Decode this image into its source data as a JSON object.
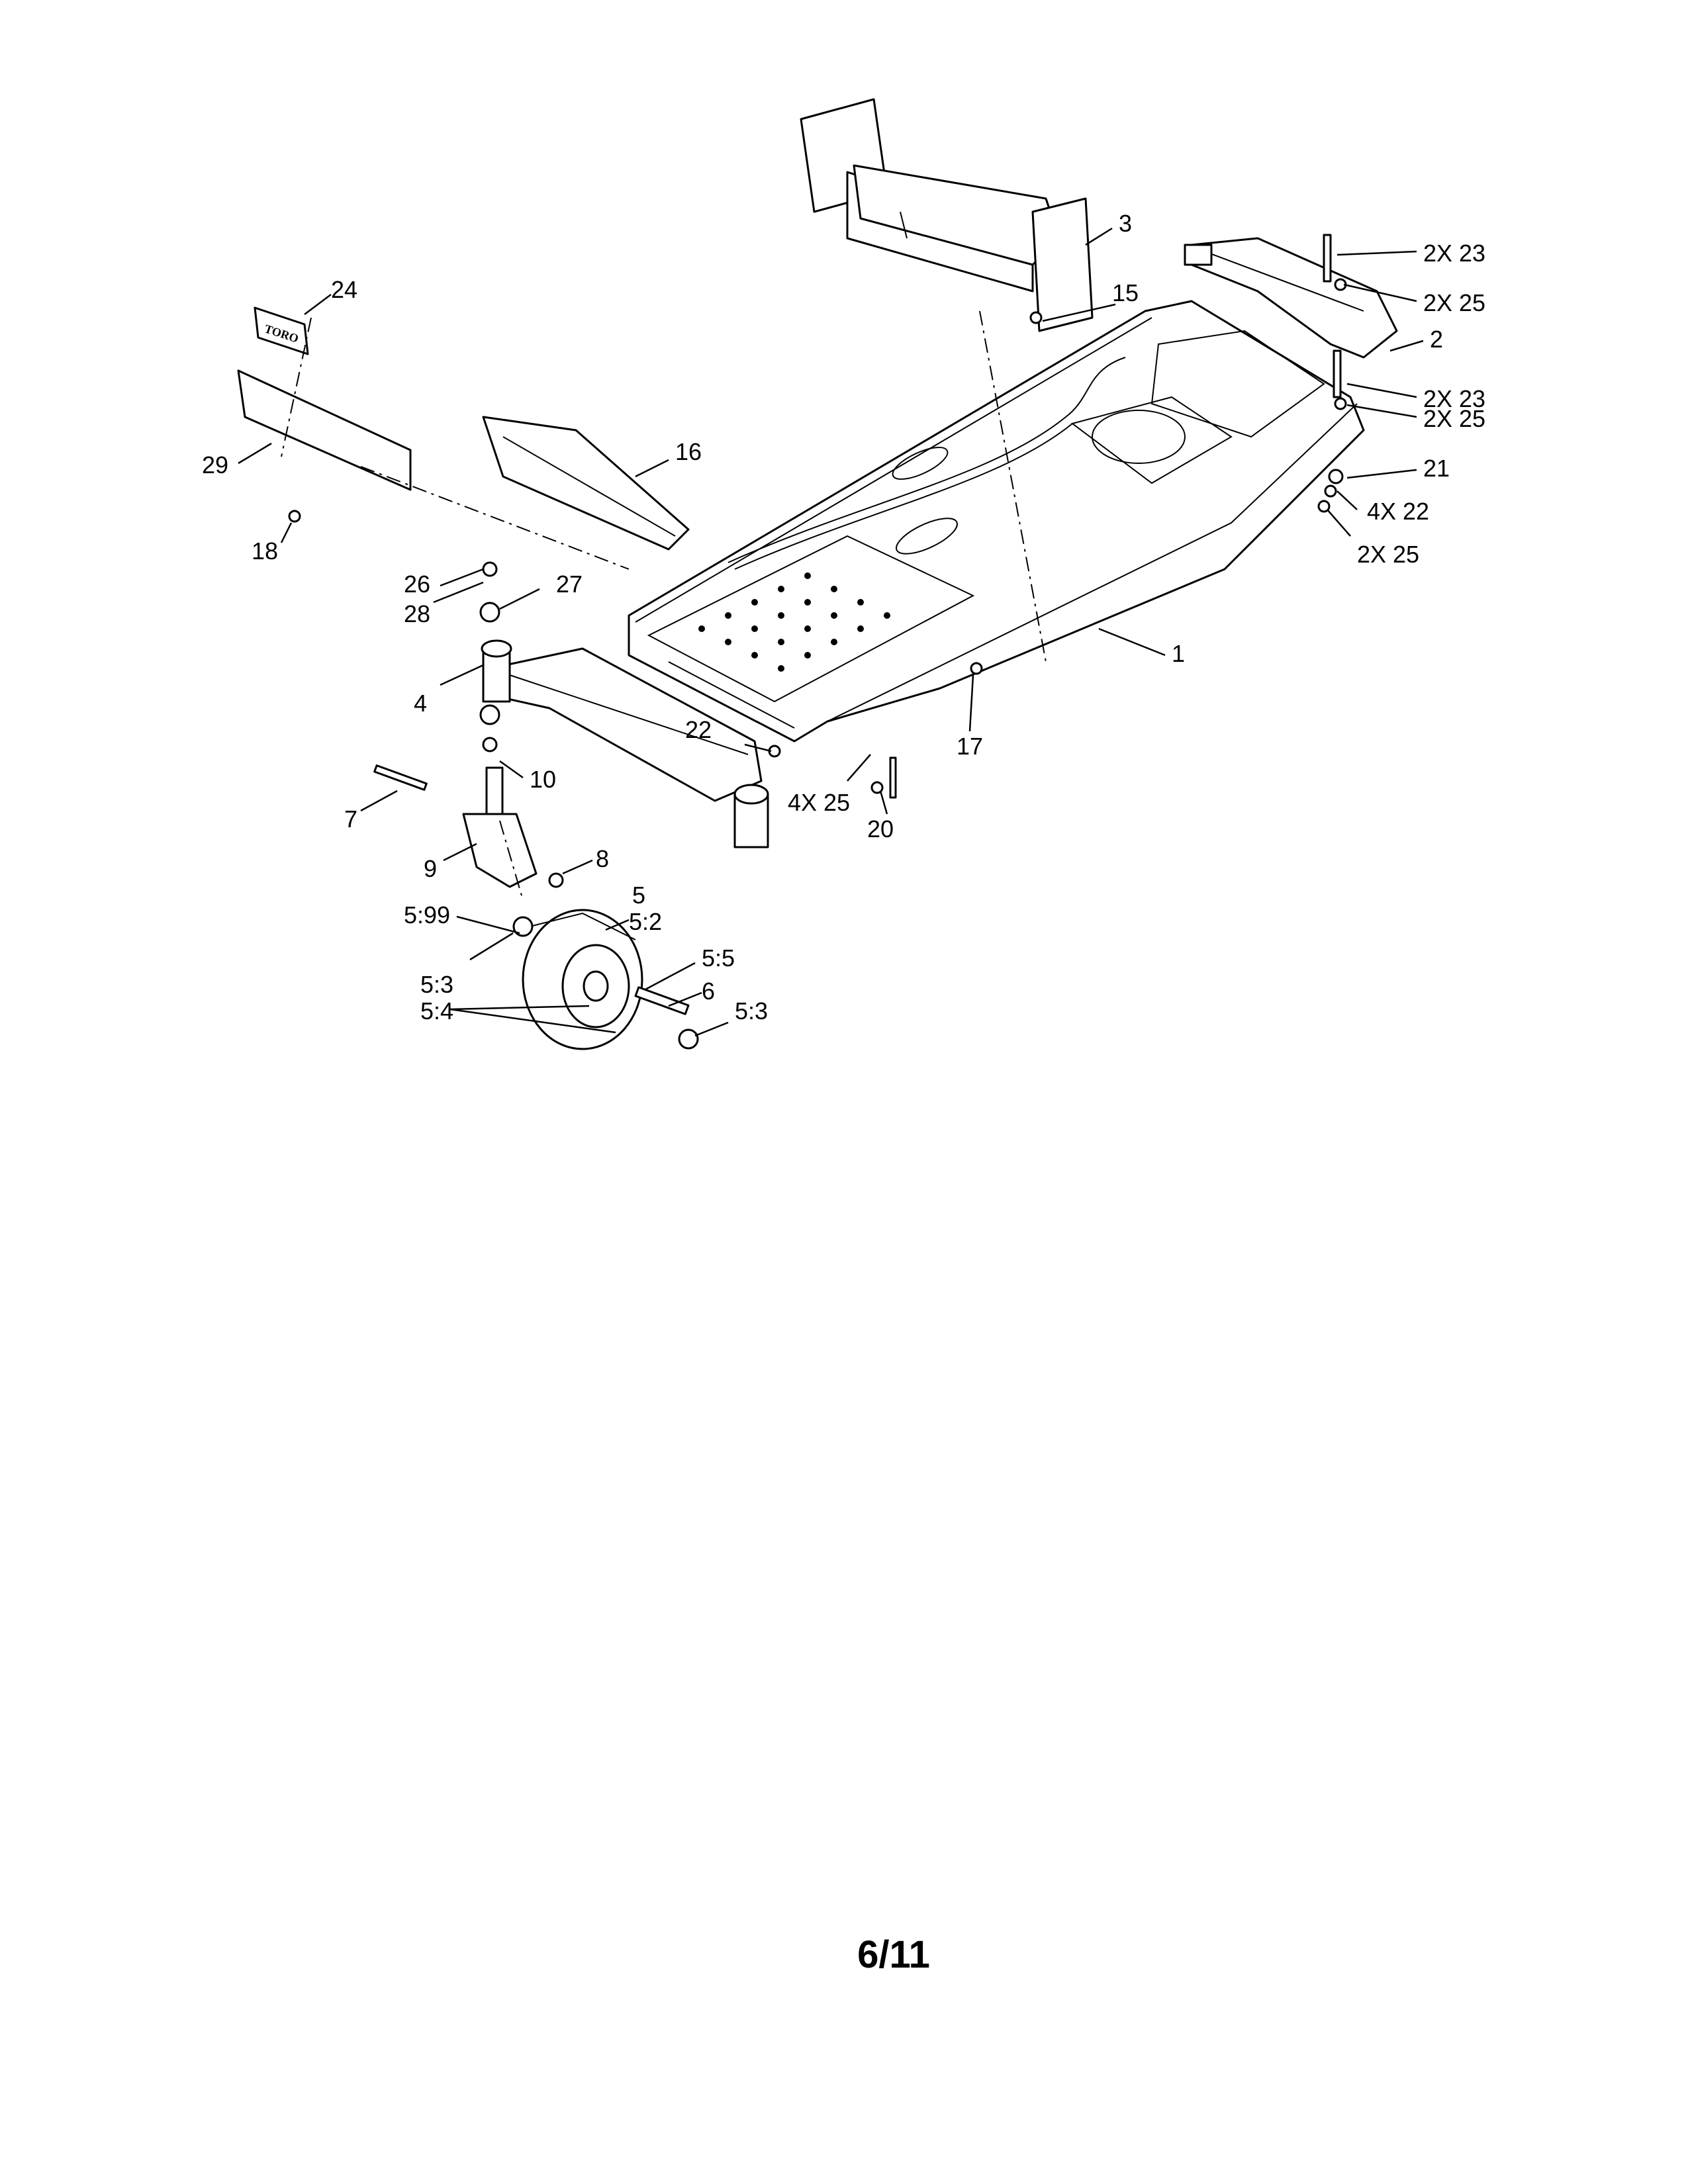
{
  "callouts": [
    {
      "id": "c1",
      "text": "1"
    },
    {
      "id": "c2",
      "text": "2"
    },
    {
      "id": "c3",
      "text": "3"
    },
    {
      "id": "c4",
      "text": "4"
    },
    {
      "id": "c5",
      "text": "5"
    },
    {
      "id": "c5_2",
      "text": "5:2"
    },
    {
      "id": "c5_99",
      "text": "5:99"
    },
    {
      "id": "c5_3a",
      "text": "5:3"
    },
    {
      "id": "c5_4",
      "text": "5:4"
    },
    {
      "id": "c5_5",
      "text": "5:5"
    },
    {
      "id": "c5_3b",
      "text": "5:3"
    },
    {
      "id": "c6",
      "text": "6"
    },
    {
      "id": "c7",
      "text": "7"
    },
    {
      "id": "c8",
      "text": "8"
    },
    {
      "id": "c9",
      "text": "9"
    },
    {
      "id": "c10",
      "text": "10"
    },
    {
      "id": "c15",
      "text": "15"
    },
    {
      "id": "c16",
      "text": "16"
    },
    {
      "id": "c17",
      "text": "17"
    },
    {
      "id": "c18",
      "text": "18"
    },
    {
      "id": "c20",
      "text": "20"
    },
    {
      "id": "c21",
      "text": "21"
    },
    {
      "id": "c22a",
      "text": "22"
    },
    {
      "id": "c4x22",
      "text": "4X 22"
    },
    {
      "id": "c2x23a",
      "text": "2X 23"
    },
    {
      "id": "c2x23b",
      "text": "2X 23"
    },
    {
      "id": "c24",
      "text": "24"
    },
    {
      "id": "c2x25a",
      "text": "2X 25"
    },
    {
      "id": "c2x25b",
      "text": "2X 25"
    },
    {
      "id": "c2x25c",
      "text": "2X 25"
    },
    {
      "id": "c4x25",
      "text": "4X 25"
    },
    {
      "id": "c26",
      "text": "26"
    },
    {
      "id": "c27",
      "text": "27"
    },
    {
      "id": "c28",
      "text": "28"
    },
    {
      "id": "c29",
      "text": "29"
    }
  ],
  "decal_text": "TORO",
  "page_number": "6/11"
}
